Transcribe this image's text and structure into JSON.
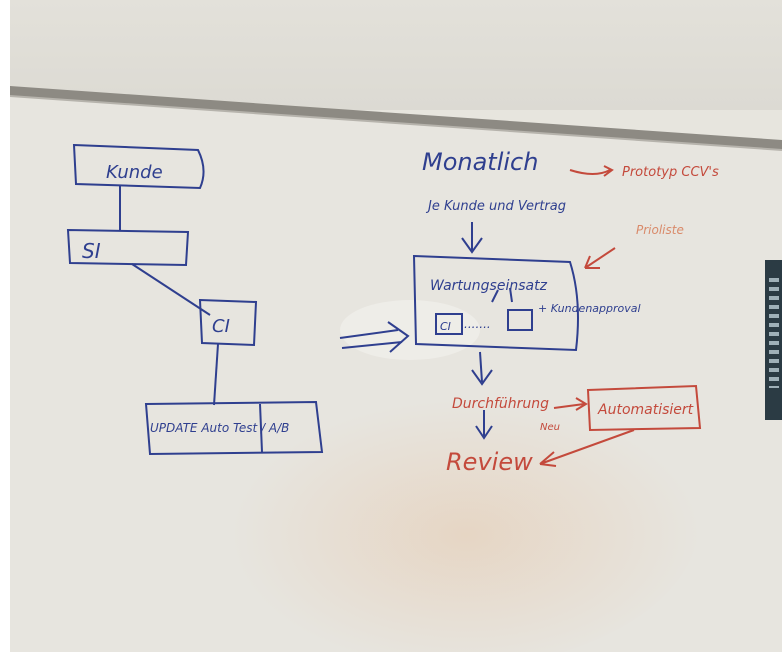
{
  "whiteboard": {
    "left_flow": {
      "kunde": "Kunde",
      "si": "SI",
      "ci": "CI",
      "update": "UPDATE Auto Test / A/B"
    },
    "right_flow": {
      "monatlich": "Monatlich",
      "je_kunde": "Je Kunde und Vertrag",
      "wartung": "Wartungseinsatz",
      "ci_small": "CI",
      "dots": ".......",
      "approval": "+ Kundenapproval",
      "durchfuehrung": "Durchführung",
      "automatisiert": "Automatisiert",
      "neu": "Neu",
      "review": "Review"
    },
    "red_notes": {
      "prototyp": "Prototyp CCV's",
      "prioliste": "Prioliste"
    }
  },
  "colors": {
    "blue_marker": "#2f3f8f",
    "red_marker": "#c44a3c",
    "board_white": "#e8e6e0",
    "tray": "#8a8780",
    "wall": "#dedcd5"
  },
  "icons": {
    "arrow": "hand-drawn-arrow"
  }
}
